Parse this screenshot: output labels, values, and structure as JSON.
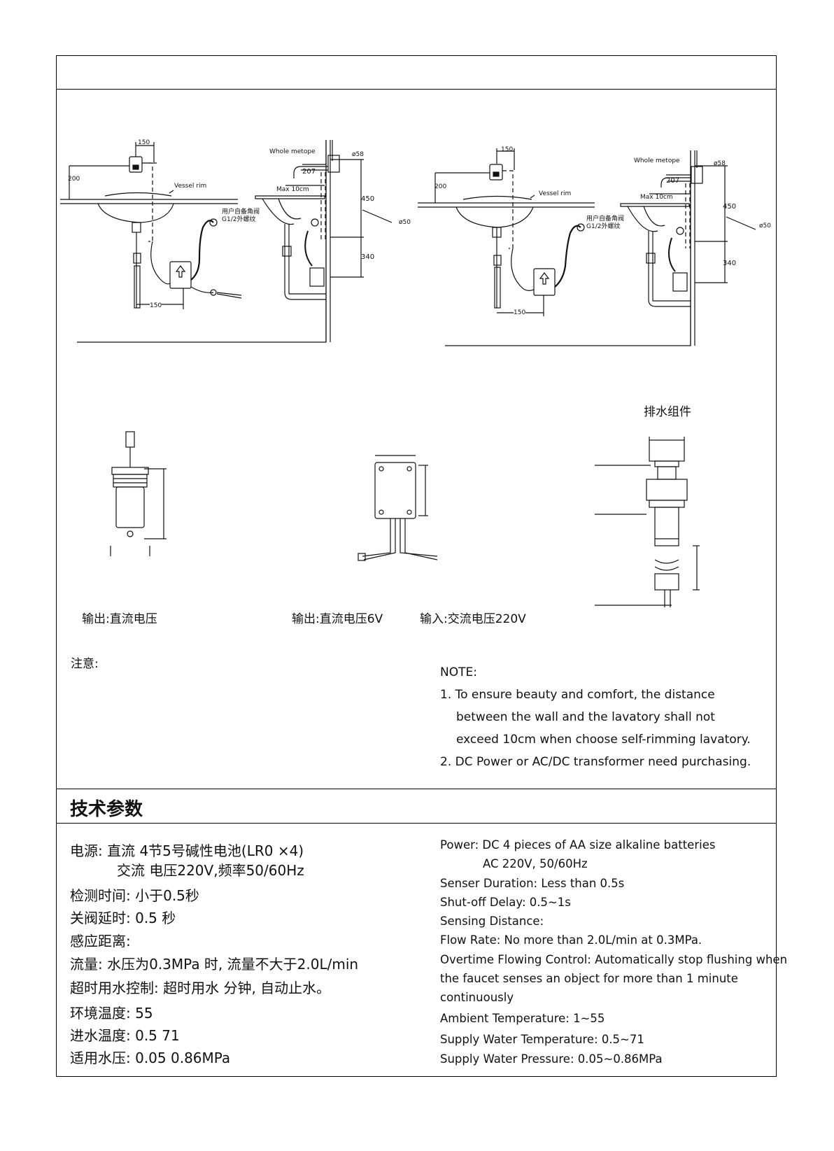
{
  "diagrams": {
    "left": {
      "labels": {
        "whole_metope": "Whole metope",
        "vessel_rim": "Vessel rim",
        "max_10cm": "Max 10cm",
        "user_valve_1": "用户自备角阀",
        "user_valve_2": "G1/2外螺纹"
      },
      "dims": {
        "d150_top": "150",
        "d200": "200",
        "d150_bottom": "150",
        "d207": "207",
        "d58": "ø58",
        "d450": "450",
        "d340": "340",
        "d50": "ø50"
      }
    },
    "right": {
      "labels": {
        "whole_metope": "Whole metope",
        "vessel_rim": "Vessel rim",
        "max_10cm": "Max 10cm",
        "user_valve_1": "用户自备角阀",
        "user_valve_2": "G1/2外螺纹"
      },
      "dims": {
        "d150_top": "150",
        "d200": "200",
        "d150_bottom": "150",
        "d207": "207",
        "d58": "ø58",
        "d450": "450",
        "d340": "340",
        "d50": "ø50"
      }
    }
  },
  "components": {
    "drain_label": "排水组件",
    "caption_left": "输出:直流电压",
    "caption_mid": "输出:直流电压6V",
    "caption_right": "输入:交流电压220V"
  },
  "notes": {
    "zh_title": "注意:",
    "en_title": "NOTE:",
    "lines": [
      "1. To ensure beauty and comfort, the distance",
      "between the wall and the lavatory shall not",
      "exceed 10cm when choose self-rimming lavatory.",
      "2. DC Power         or AC/DC transformer need purchasing."
    ]
  },
  "specs": {
    "title": "技术参数",
    "zh": [
      "电源: 直流  4节5号碱性电池(LR0   ×4)",
      "交流  电压220V,频率50/60Hz",
      "检测时间: 小于0.5秒",
      "关阀延时: 0.5      秒",
      "感应距离:",
      "流量: 水压为0.3MPa 时, 流量不大于2.0L/min",
      "超时用水控制: 超时用水  分钟, 自动止水。",
      "环境温度:        55",
      "进水温度: 0.5    71",
      "适用水压: 0.05    0.86MPa"
    ],
    "en": [
      "Power: DC 4 pieces of AA size alkaline batteries",
      "AC  220V, 50/60Hz",
      "Senser Duration:  Less than 0.5s",
      "Shut-off Delay: 0.5~1s",
      "Sensing Distance:",
      "Flow Rate: No more than 2.0L/min at 0.3MPa.",
      "Overtime Flowing Control: Automatically stop flushing when",
      "the faucet senses an object for more than 1 minute",
      "continuously",
      "Ambient Temperature: 1~55",
      "Supply Water Temperature: 0.5~71",
      "Supply Water Pressure: 0.05~0.86MPa"
    ]
  }
}
